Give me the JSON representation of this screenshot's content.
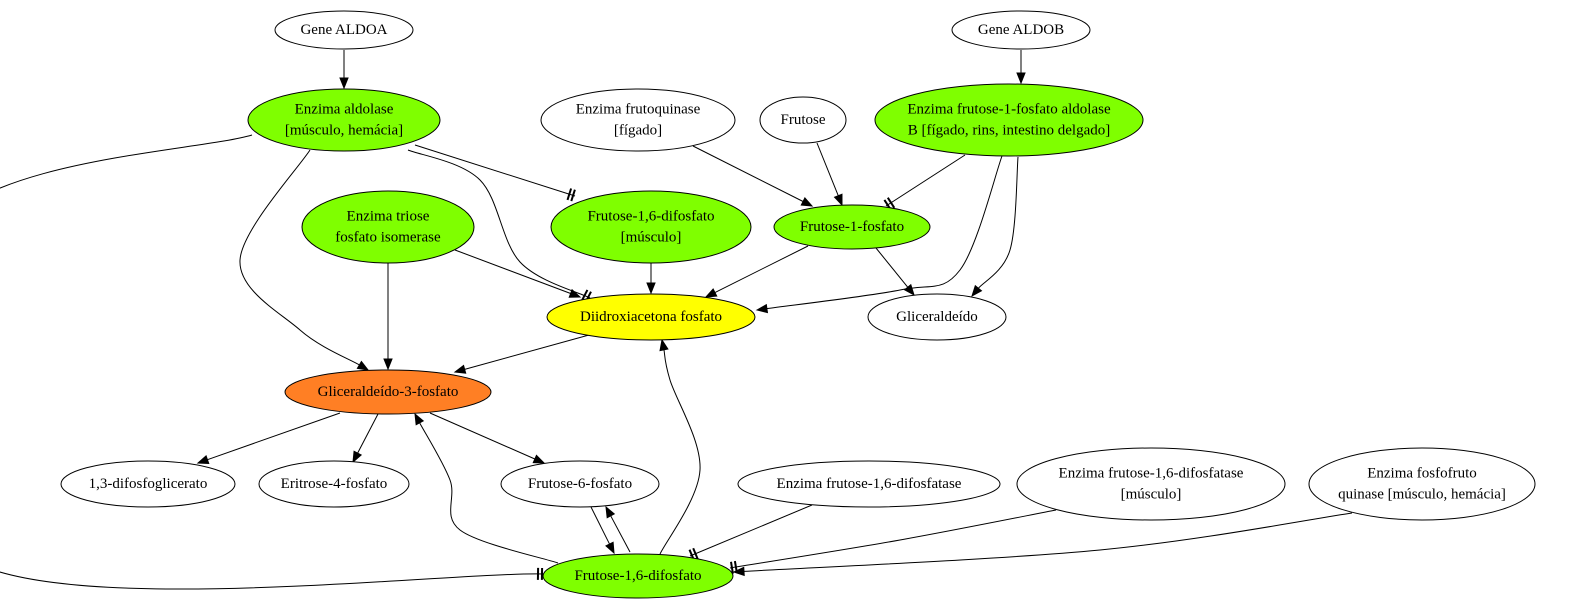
{
  "colors": {
    "green": "#7fff00",
    "yellow": "#ffff00",
    "orange": "#ff7f24",
    "white": "#ffffff"
  },
  "nodes": [
    {
      "id": "gene_aldoa",
      "lines": [
        "Gene ALDOA"
      ],
      "fill": "white"
    },
    {
      "id": "gene_aldob",
      "lines": [
        "Gene ALDOB"
      ],
      "fill": "white"
    },
    {
      "id": "enz_aldolase",
      "lines": [
        "Enzima aldolase",
        "[músculo, hemácia]"
      ],
      "fill": "green"
    },
    {
      "id": "enz_frutoquinase",
      "lines": [
        "Enzima frutoquinase",
        "[fígado]"
      ],
      "fill": "white"
    },
    {
      "id": "frutose",
      "lines": [
        "Frutose"
      ],
      "fill": "white"
    },
    {
      "id": "enz_f1p_aldolase",
      "lines": [
        "Enzima frutose-1-fosfato aldolase",
        "B [fígado, rins, intestino delgado]"
      ],
      "fill": "green"
    },
    {
      "id": "enz_tpi",
      "lines": [
        "Enzima triose",
        "fosfato isomerase"
      ],
      "fill": "green"
    },
    {
      "id": "f16dp_musculo",
      "lines": [
        "Frutose-1,6-difosfato",
        "[músculo]"
      ],
      "fill": "green"
    },
    {
      "id": "f1p",
      "lines": [
        "Frutose-1-fosfato"
      ],
      "fill": "green"
    },
    {
      "id": "dhap",
      "lines": [
        "Diidroxiacetona fosfato"
      ],
      "fill": "yellow"
    },
    {
      "id": "gliceraldeido",
      "lines": [
        "Gliceraldeído"
      ],
      "fill": "white"
    },
    {
      "id": "g3p",
      "lines": [
        "Gliceraldeído-3-fosfato"
      ],
      "fill": "orange"
    },
    {
      "id": "bpg",
      "lines": [
        "1,3-difosfoglicerato"
      ],
      "fill": "white"
    },
    {
      "id": "e4p",
      "lines": [
        "Eritrose-4-fosfato"
      ],
      "fill": "white"
    },
    {
      "id": "f6p",
      "lines": [
        "Frutose-6-fosfato"
      ],
      "fill": "white"
    },
    {
      "id": "enz_fbpase",
      "lines": [
        "Enzima frutose-1,6-difosfatase"
      ],
      "fill": "white"
    },
    {
      "id": "enz_fbpase_m",
      "lines": [
        "Enzima frutose-1,6-difosfatase",
        "[músculo]"
      ],
      "fill": "white"
    },
    {
      "id": "enz_pfk",
      "lines": [
        "Enzima fosfofruto",
        "quinase [músculo, hemácia]"
      ],
      "fill": "white"
    },
    {
      "id": "f16dp",
      "lines": [
        "Frutose-1,6-difosfato"
      ],
      "fill": "green"
    }
  ],
  "edges": [
    {
      "from": "gene_aldoa",
      "to": "enz_aldolase",
      "head": "arrow"
    },
    {
      "from": "gene_aldob",
      "to": "enz_f1p_aldolase",
      "head": "arrow"
    },
    {
      "from": "enz_aldolase",
      "to": "f16dp_musculo",
      "head": "tee"
    },
    {
      "from": "enz_aldolase",
      "to": "dhap",
      "head": "tee"
    },
    {
      "from": "enz_aldolase",
      "to": "g3p",
      "head": "arrow"
    },
    {
      "from": "enz_aldolase",
      "to": "f16dp",
      "head": "tee"
    },
    {
      "from": "enz_frutoquinase",
      "to": "f1p",
      "head": "arrow"
    },
    {
      "from": "frutose",
      "to": "f1p",
      "head": "arrow"
    },
    {
      "from": "enz_f1p_aldolase",
      "to": "f1p",
      "head": "tee"
    },
    {
      "from": "enz_f1p_aldolase",
      "to": "dhap",
      "head": "arrow"
    },
    {
      "from": "enz_f1p_aldolase",
      "to": "gliceraldeido",
      "head": "arrow"
    },
    {
      "from": "enz_tpi",
      "to": "dhap",
      "head": "arrow"
    },
    {
      "from": "enz_tpi",
      "to": "g3p",
      "head": "arrow"
    },
    {
      "from": "f16dp_musculo",
      "to": "dhap",
      "head": "arrow"
    },
    {
      "from": "f1p",
      "to": "dhap",
      "head": "arrow"
    },
    {
      "from": "f1p",
      "to": "gliceraldeido",
      "head": "arrow"
    },
    {
      "from": "dhap",
      "to": "g3p",
      "head": "arrow"
    },
    {
      "from": "g3p",
      "to": "bpg",
      "head": "arrow"
    },
    {
      "from": "g3p",
      "to": "e4p",
      "head": "arrow"
    },
    {
      "from": "g3p",
      "to": "f6p",
      "head": "arrow"
    },
    {
      "from": "f6p",
      "to": "f16dp",
      "head": "arrow"
    },
    {
      "from": "f16dp",
      "to": "f6p",
      "head": "arrow"
    },
    {
      "from": "f16dp",
      "to": "g3p",
      "head": "arrow"
    },
    {
      "from": "f16dp",
      "to": "dhap",
      "head": "arrow"
    },
    {
      "from": "enz_fbpase",
      "to": "f16dp",
      "head": "tee"
    },
    {
      "from": "enz_fbpase_m",
      "to": "f16dp",
      "head": "tee"
    },
    {
      "from": "enz_pfk",
      "to": "f16dp",
      "head": "arrow"
    }
  ]
}
